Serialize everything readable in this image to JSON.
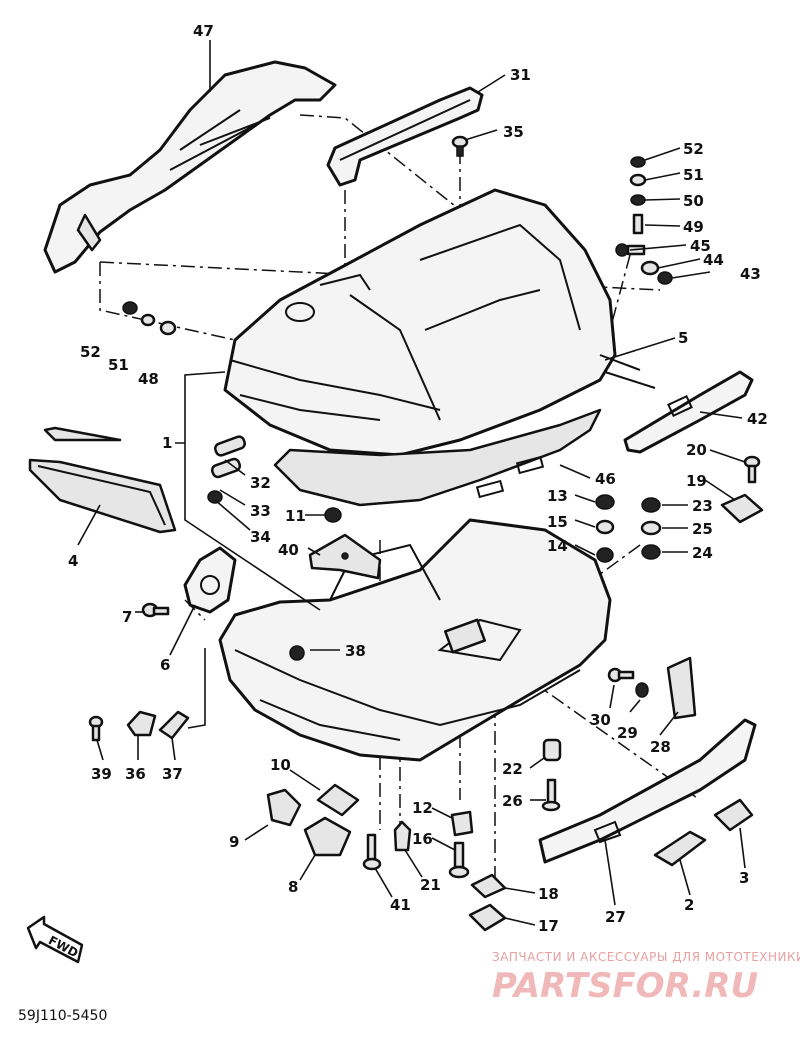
{
  "callouts": [
    {
      "id": "47",
      "text": "47"
    },
    {
      "id": "31",
      "text": "31"
    },
    {
      "id": "35",
      "text": "35"
    },
    {
      "id": "52a",
      "text": "52"
    },
    {
      "id": "51a",
      "text": "51"
    },
    {
      "id": "50",
      "text": "50"
    },
    {
      "id": "49",
      "text": "49"
    },
    {
      "id": "45",
      "text": "45"
    },
    {
      "id": "44",
      "text": "44"
    },
    {
      "id": "43",
      "text": "43"
    },
    {
      "id": "5",
      "text": "5"
    },
    {
      "id": "42",
      "text": "42"
    },
    {
      "id": "52b",
      "text": "52"
    },
    {
      "id": "51b",
      "text": "51"
    },
    {
      "id": "48",
      "text": "48"
    },
    {
      "id": "1",
      "text": "1"
    },
    {
      "id": "46",
      "text": "46"
    },
    {
      "id": "32",
      "text": "32"
    },
    {
      "id": "33",
      "text": "33"
    },
    {
      "id": "34",
      "text": "34"
    },
    {
      "id": "11",
      "text": "11"
    },
    {
      "id": "40",
      "text": "40"
    },
    {
      "id": "4",
      "text": "4"
    },
    {
      "id": "13",
      "text": "13"
    },
    {
      "id": "15",
      "text": "15"
    },
    {
      "id": "14",
      "text": "14"
    },
    {
      "id": "20",
      "text": "20"
    },
    {
      "id": "19",
      "text": "19"
    },
    {
      "id": "23",
      "text": "23"
    },
    {
      "id": "25",
      "text": "25"
    },
    {
      "id": "24",
      "text": "24"
    },
    {
      "id": "7",
      "text": "7"
    },
    {
      "id": "6",
      "text": "6"
    },
    {
      "id": "38",
      "text": "38"
    },
    {
      "id": "30",
      "text": "30"
    },
    {
      "id": "29",
      "text": "29"
    },
    {
      "id": "28",
      "text": "28"
    },
    {
      "id": "39",
      "text": "39"
    },
    {
      "id": "36",
      "text": "36"
    },
    {
      "id": "37",
      "text": "37"
    },
    {
      "id": "22",
      "text": "22"
    },
    {
      "id": "26",
      "text": "26"
    },
    {
      "id": "10",
      "text": "10"
    },
    {
      "id": "9",
      "text": "9"
    },
    {
      "id": "12",
      "text": "12"
    },
    {
      "id": "16",
      "text": "16"
    },
    {
      "id": "8",
      "text": "8"
    },
    {
      "id": "21",
      "text": "21"
    },
    {
      "id": "41",
      "text": "41"
    },
    {
      "id": "18",
      "text": "18"
    },
    {
      "id": "17",
      "text": "17"
    },
    {
      "id": "27",
      "text": "27"
    },
    {
      "id": "2",
      "text": "2"
    },
    {
      "id": "3",
      "text": "3"
    }
  ],
  "fwd_label": "FWD",
  "diagram_code": "59J110-5450",
  "watermark": {
    "tagline": "ЗАПЧАСТИ И АКСЕССУАРЫ ДЛЯ МОТОТЕХНИКИ",
    "brand": "PARTSFOR.RU"
  }
}
